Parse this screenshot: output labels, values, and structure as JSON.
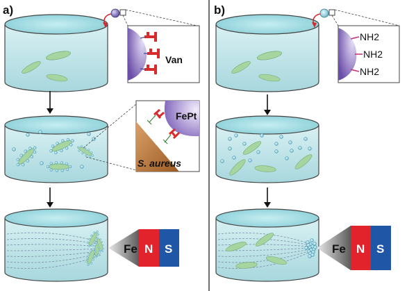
{
  "panels": [
    {
      "label": "a)",
      "inset_top": {
        "text": "Van"
      },
      "inset_mid": {
        "particle_text": "FePt",
        "bacteria_text": "S. aureus"
      },
      "magnet": {
        "fe": "Fe",
        "n": "N",
        "s": "S"
      }
    },
    {
      "label": "b)",
      "inset_top": {
        "groups": [
          "NH2",
          "NH2",
          "NH2"
        ]
      },
      "magnet": {
        "fe": "Fe",
        "n": "N",
        "s": "S"
      }
    }
  ],
  "colors": {
    "water": "#bfe3e6",
    "water_top": "#8fd1d8",
    "bacteria": "#a9d7a1",
    "particle": "#8c7bbf",
    "van": "#d92b2b",
    "magnet_n": "#e3232c",
    "magnet_s": "#1f56a6",
    "fe_cone": "#6b6b6b",
    "bacteria_surface": "#b66b2e"
  }
}
